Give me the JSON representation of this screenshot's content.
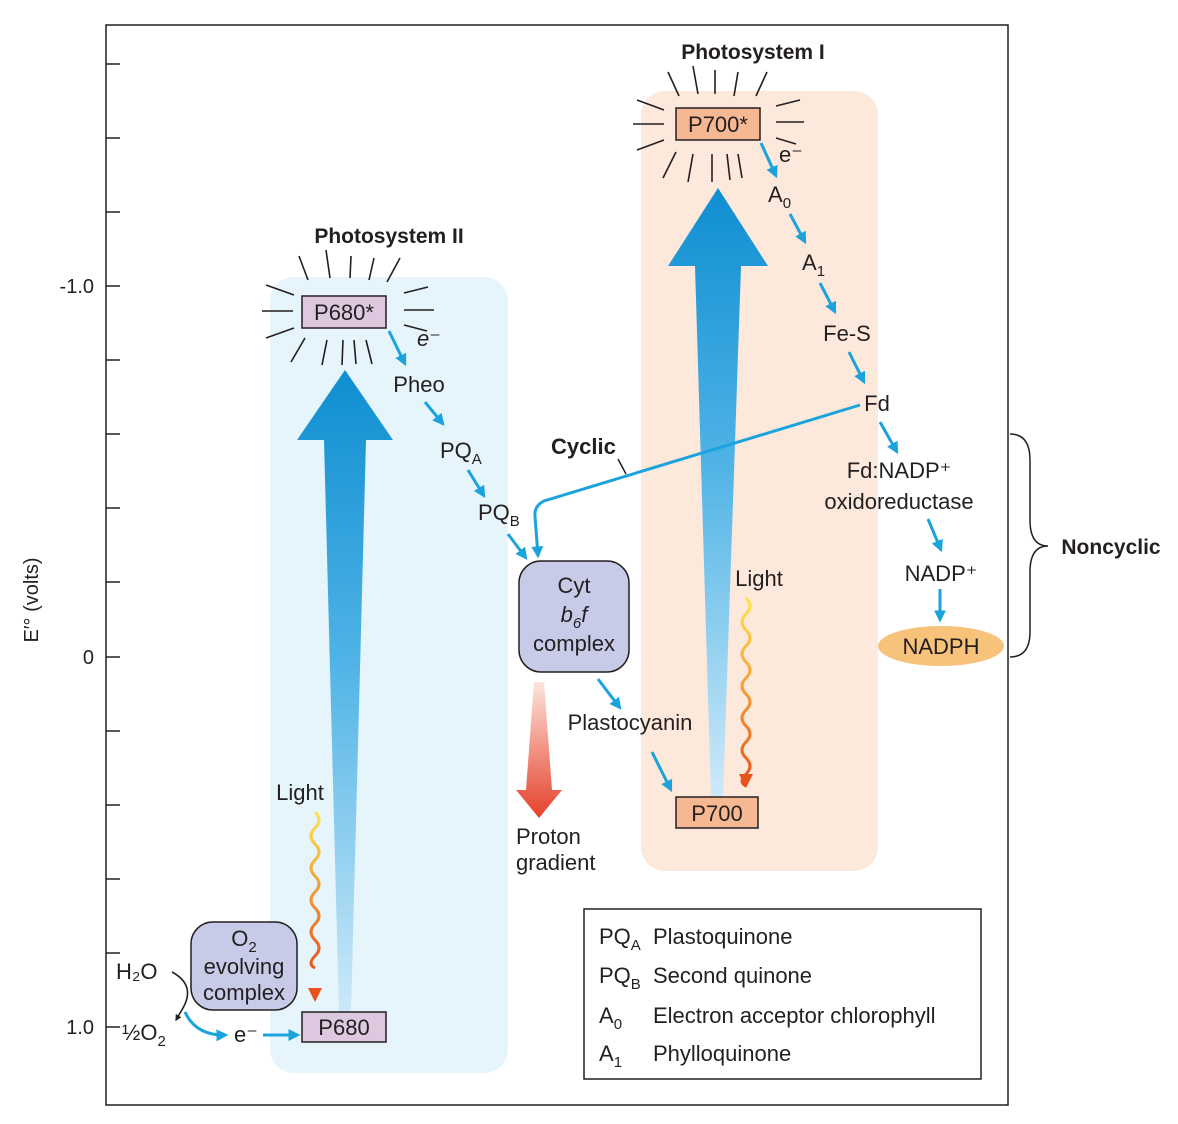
{
  "axis": {
    "label_main": "E′° (volts)",
    "ticks": [
      "-1.0",
      "0",
      "1.0"
    ]
  },
  "photosystem_ii": {
    "title": "Photosystem II",
    "p680_star": "P680*",
    "p680": "P680",
    "pheo": "Pheo",
    "pqa_main": "PQ",
    "pqa_sub": "A",
    "pqb_main": "PQ",
    "pqb_sub": "B",
    "light": "Light",
    "e_minus_top": "e⁻",
    "e_minus_bottom": "e⁻",
    "o2_complex": [
      "O",
      "evolving",
      "complex"
    ],
    "o2_sub": "2",
    "h2o": "H₂O",
    "half": "½",
    "o2_main": "O",
    "o2_main_sub": "2"
  },
  "cyt": {
    "line1": "Cyt",
    "line2_main": "b",
    "line2_sub": "6",
    "line2_tail": "f",
    "line3": "complex"
  },
  "plastocyanin": "Plastocyanin",
  "proton": {
    "line1": "Proton",
    "line2": "gradient"
  },
  "cyclic": "Cyclic",
  "photosystem_i": {
    "title": "Photosystem I",
    "p700_star": "P700*",
    "p700": "P700",
    "e_minus": "e⁻",
    "a0_main": "A",
    "a0_sub": "0",
    "a1_main": "A",
    "a1_sub": "1",
    "fes": "Fe-S",
    "fd": "Fd",
    "fnr_line1": "Fd:NADP⁺",
    "fnr_line2": "oxidoreductase",
    "nadp": "NADP⁺",
    "nadph": "NADPH",
    "light": "Light"
  },
  "noncyclic": "Noncyclic",
  "legend": [
    {
      "main": "PQ",
      "sub": "A",
      "desc": "Plastoquinone"
    },
    {
      "main": "PQ",
      "sub": "B",
      "desc": "Second quinone"
    },
    {
      "main": "A",
      "sub": "0",
      "desc": "Electron acceptor chlorophyll"
    },
    {
      "main": "A",
      "sub": "1",
      "desc": "Phylloquinone"
    }
  ],
  "colors": {
    "cyan_arrow": "#1ba3dd",
    "ps2_panel": "#e6f4fb",
    "ps1_panel": "#fde9dc",
    "p680_box": "#ddc8e0",
    "p700_box": "#f6b892",
    "cyt_box": "#c7cbe8",
    "nadph": "#f7c27a"
  }
}
